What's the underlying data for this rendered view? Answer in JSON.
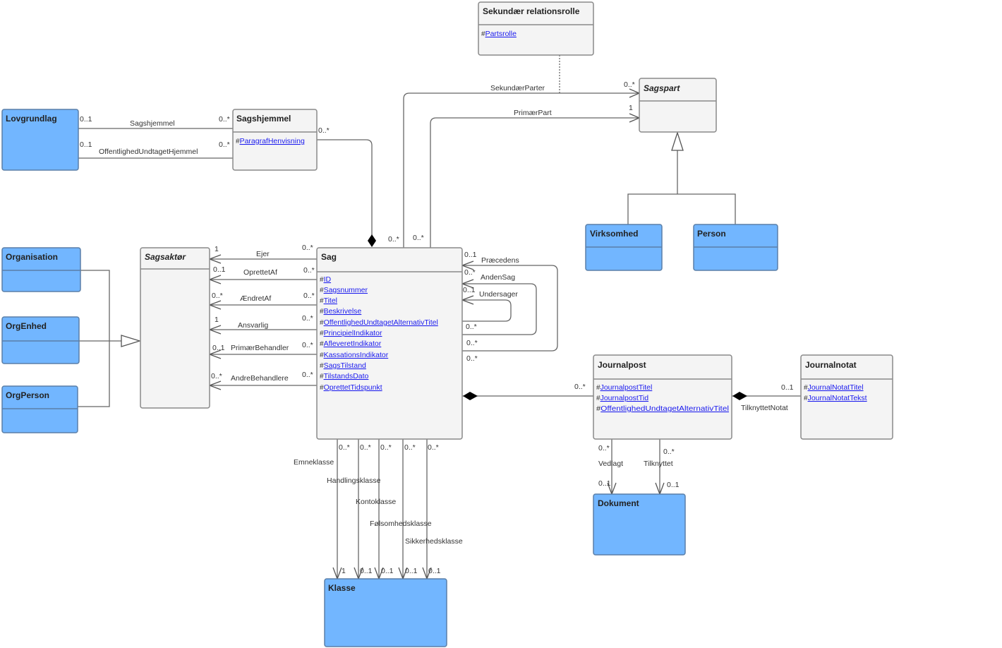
{
  "classes": {
    "sekundaer": {
      "name": "Sekundær relationsrolle",
      "attrs": [
        "Partsrolle"
      ]
    },
    "sagspart": {
      "name": "Sagspart"
    },
    "lovgrundlag": {
      "name": "Lovgrundlag"
    },
    "sagshjemmel": {
      "name": "Sagshjemmel",
      "attrs": [
        "ParagrafHenvisning"
      ]
    },
    "virksomhed": {
      "name": "Virksomhed"
    },
    "person": {
      "name": "Person"
    },
    "organisation": {
      "name": "Organisation"
    },
    "orgenhed": {
      "name": "OrgEnhed"
    },
    "orgperson": {
      "name": "OrgPerson"
    },
    "sagsaktor": {
      "name": "Sagsaktør"
    },
    "sag": {
      "name": "Sag",
      "attrs": [
        "ID",
        "Sagsnummer",
        "Titel",
        "Beskrivelse",
        "OffentlighedUndtagetAlternativTitel",
        "PrincipielIndikator",
        "AfleveretIndikator",
        "KassationsIndikator",
        "SagsTilstand",
        "TilstandsDato",
        "OprettetTidspunkt"
      ]
    },
    "journalpost": {
      "name": "Journalpost",
      "attrs": [
        "JournalpostTitel",
        "JournalpostTid",
        "OffentlighedUndtagetAlternativTitel"
      ]
    },
    "journalnotat": {
      "name": "Journalnotat",
      "attrs": [
        "JournalNotatTitel",
        "JournalNotatTekst"
      ]
    },
    "dokument": {
      "name": "Dokument"
    },
    "klasse": {
      "name": "Klasse"
    }
  },
  "attr_prefix": "#",
  "associations": {
    "sekundaerparter": {
      "role": "SekundærParter",
      "src": "0..*",
      "dst": "0..*"
    },
    "primaerpart": {
      "role": "PrimærPart",
      "src": "0..*",
      "dst": "1"
    },
    "sagshjemmel": {
      "role": "Sagshjemmel",
      "src": "0..1",
      "dst": "0..*"
    },
    "offentlighed": {
      "role": "OffentlighedUndtagetHjemmel",
      "src": "0..1",
      "dst": "0..*"
    },
    "hjemmel_sag": {
      "src": "0..*"
    },
    "ejer": {
      "role": "Ejer",
      "src": "0..*",
      "dst": "1"
    },
    "oprettetaf": {
      "role": "OprettetAf",
      "src": "0..*",
      "dst": "0..1"
    },
    "aendretaf": {
      "role": "ÆndretAf",
      "src": "0..*",
      "dst": "0..*"
    },
    "ansvarlig": {
      "role": "Ansvarlig",
      "src": "0..*",
      "dst": "1"
    },
    "primaerbehandler": {
      "role": "PrimærBehandler",
      "src": "0..*",
      "dst": "0..1"
    },
    "andrebehandlere": {
      "role": "AndreBehandlere",
      "src": "0..*",
      "dst": "0..*"
    },
    "praecedens": {
      "role": "Præcedens",
      "dst": "0..1",
      "src": "0..*"
    },
    "andensag": {
      "role": "AndenSag",
      "dst": "0..*",
      "src": "0..*"
    },
    "undersager": {
      "role": "Undersager",
      "dst": "0..1",
      "src": "0..*"
    },
    "journalpost": {
      "src": "0..*"
    },
    "tilknyttetnotat": {
      "role": "TilknyttetNotat",
      "dst": "0..1"
    },
    "vedlagt": {
      "role": "Vedlagt",
      "src": "0..*",
      "dst": "0..1"
    },
    "tilknyttet": {
      "role": "Tilknyttet",
      "src": "0..*",
      "dst": "0..1"
    },
    "emneklasse": {
      "role": "Emneklasse",
      "src": "0..*",
      "dst": "1"
    },
    "handlingsklasse": {
      "role": "Handlingsklasse",
      "src": "0..*",
      "dst": "0..1"
    },
    "kontoklasse": {
      "role": "Kontoklasse",
      "src": "0..*",
      "dst": "0..1"
    },
    "folsomhedsklasse": {
      "role": "Følsomhedsklasse",
      "src": "0..*",
      "dst": "0..1"
    },
    "sikkerhedsklasse": {
      "role": "Sikkerhedsklasse",
      "src": "0..*",
      "dst": "0..1"
    }
  },
  "colors": {
    "entity_blue": "#72b6ff",
    "class_grey": "#f4f4f4",
    "attribute_link": "#1a1aee"
  }
}
